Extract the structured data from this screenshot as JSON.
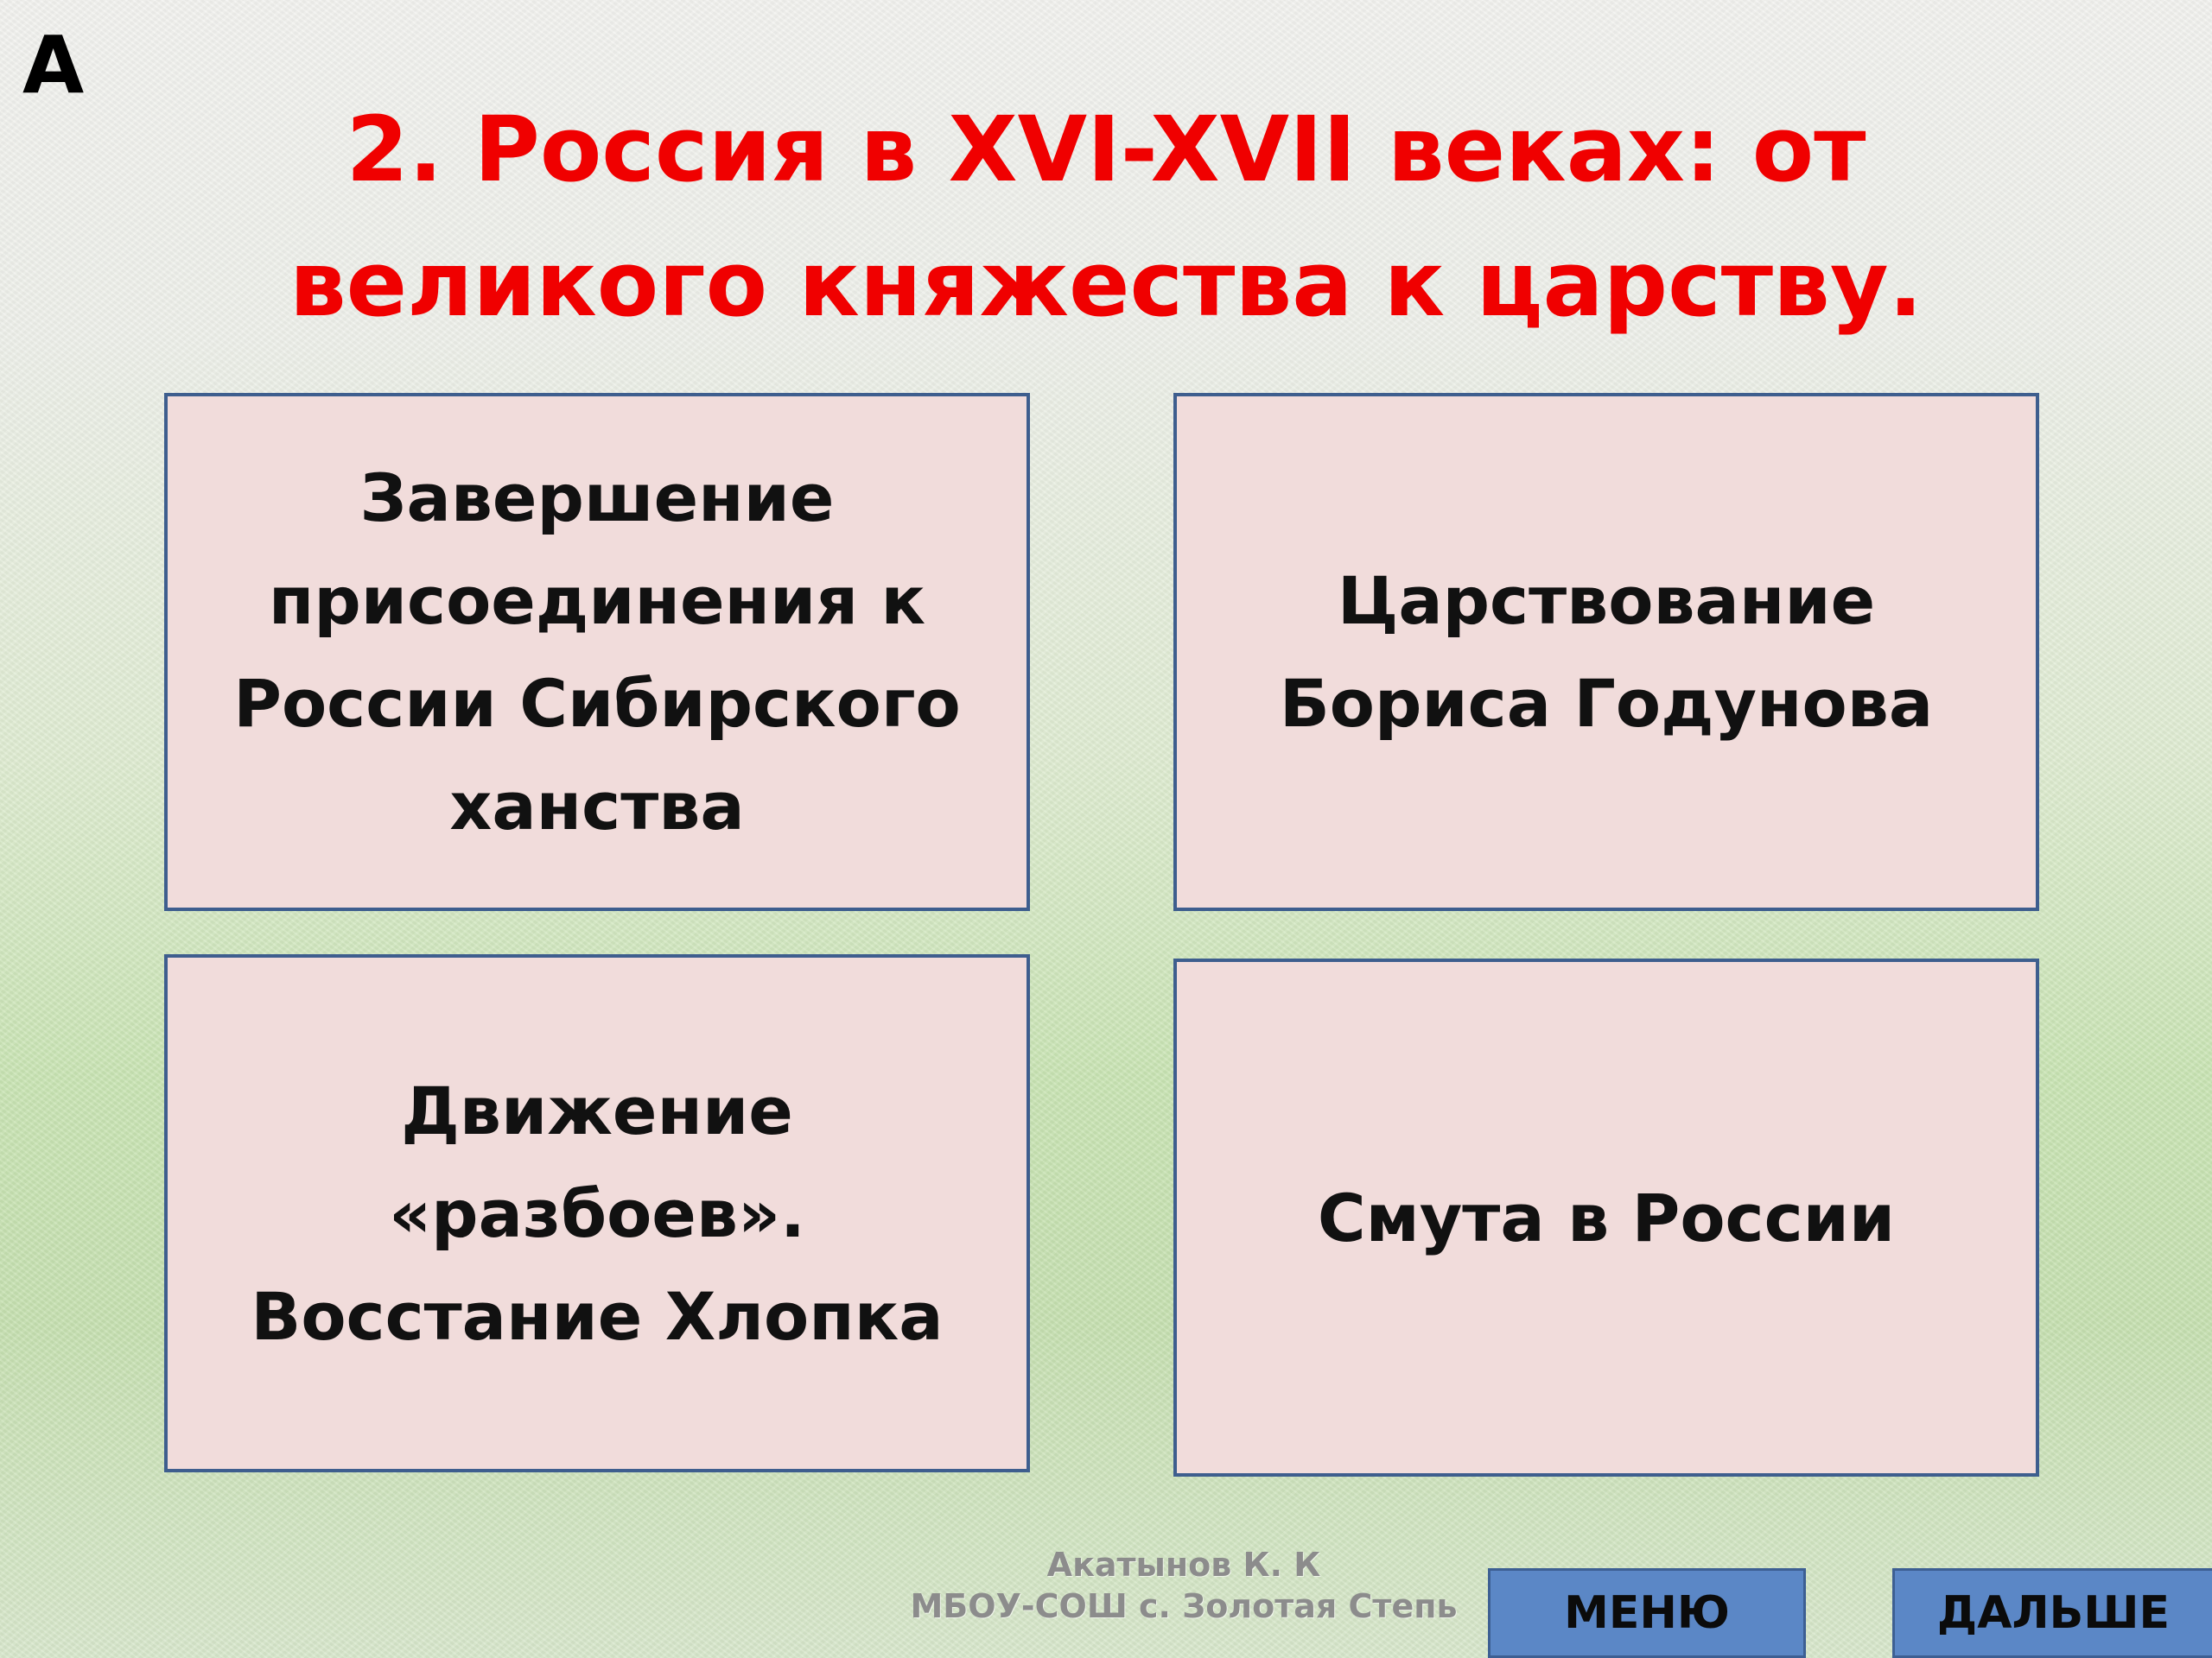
{
  "slide": {
    "letter": "А",
    "title": "2. Россия в XVI-XVII веках: от великого княжества к царству."
  },
  "cards": [
    {
      "text": "Завершение присоединения к России Сибирского ханства"
    },
    {
      "text": "Царствование Бориса Годунова"
    },
    {
      "text": "Движение «разбоев». Восстание Хлопка"
    },
    {
      "text": "Смута в России"
    }
  ],
  "footer": {
    "author_line1": "Акатынов К. К",
    "author_line2": "МБОУ-СОШ с. Золотая Степь",
    "menu_label": "МЕНЮ",
    "next_label": "ДАЛЬШЕ"
  },
  "colors": {
    "title": "#f00000",
    "card_fill": "#f1dcdb",
    "card_border": "#3e5e8e",
    "button_fill": "#5b87c6"
  }
}
